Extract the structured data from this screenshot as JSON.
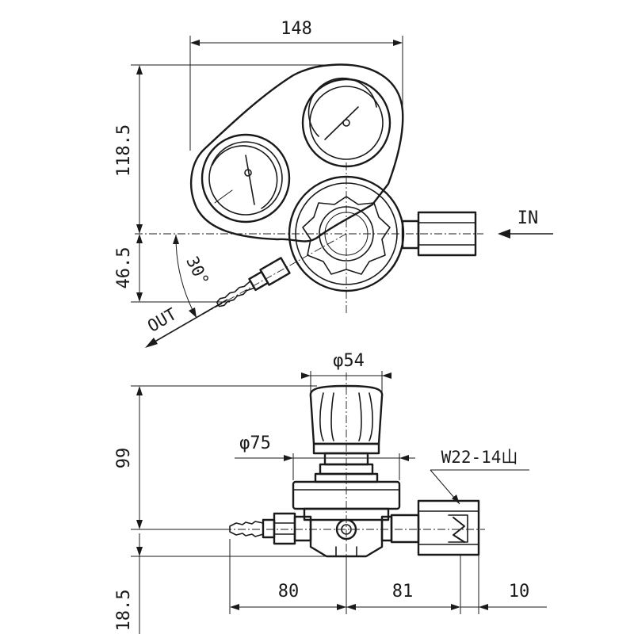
{
  "top_view": {
    "dim_width": "148",
    "dim_height_upper": "118.5",
    "dim_height_lower": "46.5",
    "angle": "30°",
    "inlet_label": "IN",
    "outlet_label": "OUT"
  },
  "front_view": {
    "knob_diameter": "φ54",
    "body_diameter": "φ75",
    "thread_spec": "W22-14山",
    "dim_height": "99",
    "dim_height_lower": "18.5",
    "dim_left": "80",
    "dim_right": "81",
    "dim_end": "10"
  }
}
